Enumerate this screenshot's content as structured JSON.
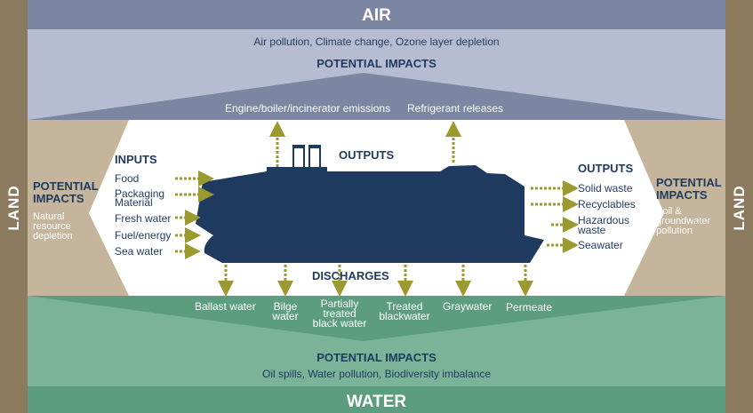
{
  "bands": {
    "air": "AIR",
    "water": "WATER",
    "land_left": "LAND",
    "land_right": "LAND"
  },
  "air_section": {
    "impacts_list": "Air pollution, Climate change, Ozone layer depletion",
    "impacts_title": "POTENTIAL IMPACTS",
    "emission_engine": "Engine/boiler/incinerator emissions",
    "emission_refrigerant": "Refrigerant releases"
  },
  "left_land": {
    "title_line1": "POTENTIAL",
    "title_line2": "IMPACTS",
    "desc_line1": "Natural",
    "desc_line2": "resource",
    "desc_line3": "depletion"
  },
  "right_land": {
    "title_line1": "POTENTIAL",
    "title_line2": "IMPACTS",
    "desc_line1": "Soil &",
    "desc_line2": "groundwater",
    "desc_line3": "pollution"
  },
  "inputs": {
    "title": "INPUTS",
    "items": [
      "Food",
      "Packaging",
      "Material",
      "Fresh water",
      "Fuel/energy",
      "Sea water"
    ]
  },
  "outputs_top": {
    "title": "OUTPUTS"
  },
  "outputs_right": {
    "title": "OUTPUTS",
    "items": [
      "Solid waste",
      "Recyclables",
      "Hazardous",
      "waste",
      "Seawater"
    ]
  },
  "discharges": {
    "title": "DISCHARGES",
    "ballast": "Ballast water",
    "bilge_1": "Bilge",
    "bilge_2": "water",
    "treated_black_1": "Partially",
    "treated_black_2": "treated",
    "treated_black_3": "black water",
    "treated_1": "Treated",
    "treated_2": "blackwater",
    "graywater": "Graywater",
    "permeate": "Permeate"
  },
  "water_section": {
    "impacts_title": "POTENTIAL IMPACTS",
    "impacts_list": "Oil spills, Water pollution, Biodiversity imbalance"
  },
  "colors": {
    "air_dark": "#7b86a3",
    "air_light": "#b6bdd2",
    "land": "#8c7a5f",
    "land_light": "#c4b59c",
    "water_dark": "#5c9d80",
    "water_mid": "#7ab398",
    "ship": "#1f3a5f",
    "arrow": "#9a9a2e",
    "navy_text": "#1f3a5f"
  }
}
